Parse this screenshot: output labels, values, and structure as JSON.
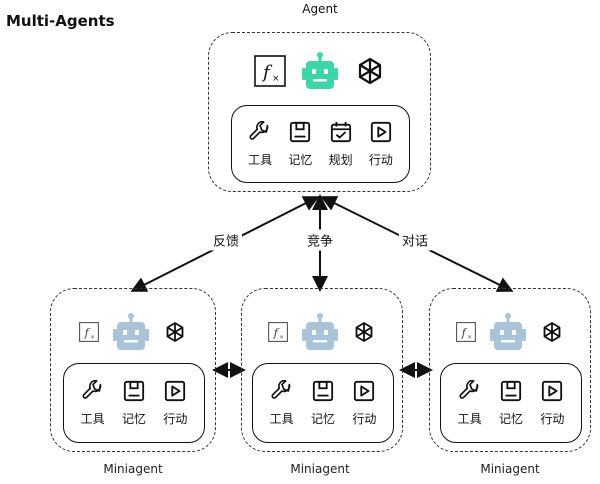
{
  "title": "Multi-Agents",
  "agent": {
    "label": "Agent",
    "tools": [
      "工具",
      "记忆",
      "规划",
      "行动"
    ]
  },
  "edges": {
    "left": "反馈",
    "middle": "竞争",
    "right": "对话"
  },
  "miniagents": [
    {
      "label": "Miniagent",
      "tools": [
        "工具",
        "记忆",
        "行动"
      ]
    },
    {
      "label": "Miniagent",
      "tools": [
        "工具",
        "记忆",
        "行动"
      ]
    },
    {
      "label": "Miniagent",
      "tools": [
        "工具",
        "记忆",
        "行动"
      ]
    }
  ],
  "icons": {
    "function": "function-icon",
    "robot": "robot-icon",
    "openai": "openai-icon",
    "tool": "wrench-icon",
    "memory": "floppy-icon",
    "plan": "calendar-check-icon",
    "action": "play-icon"
  },
  "colors": {
    "robot_main": "#3dd6a8",
    "robot_mini": "#a9c3d8"
  }
}
